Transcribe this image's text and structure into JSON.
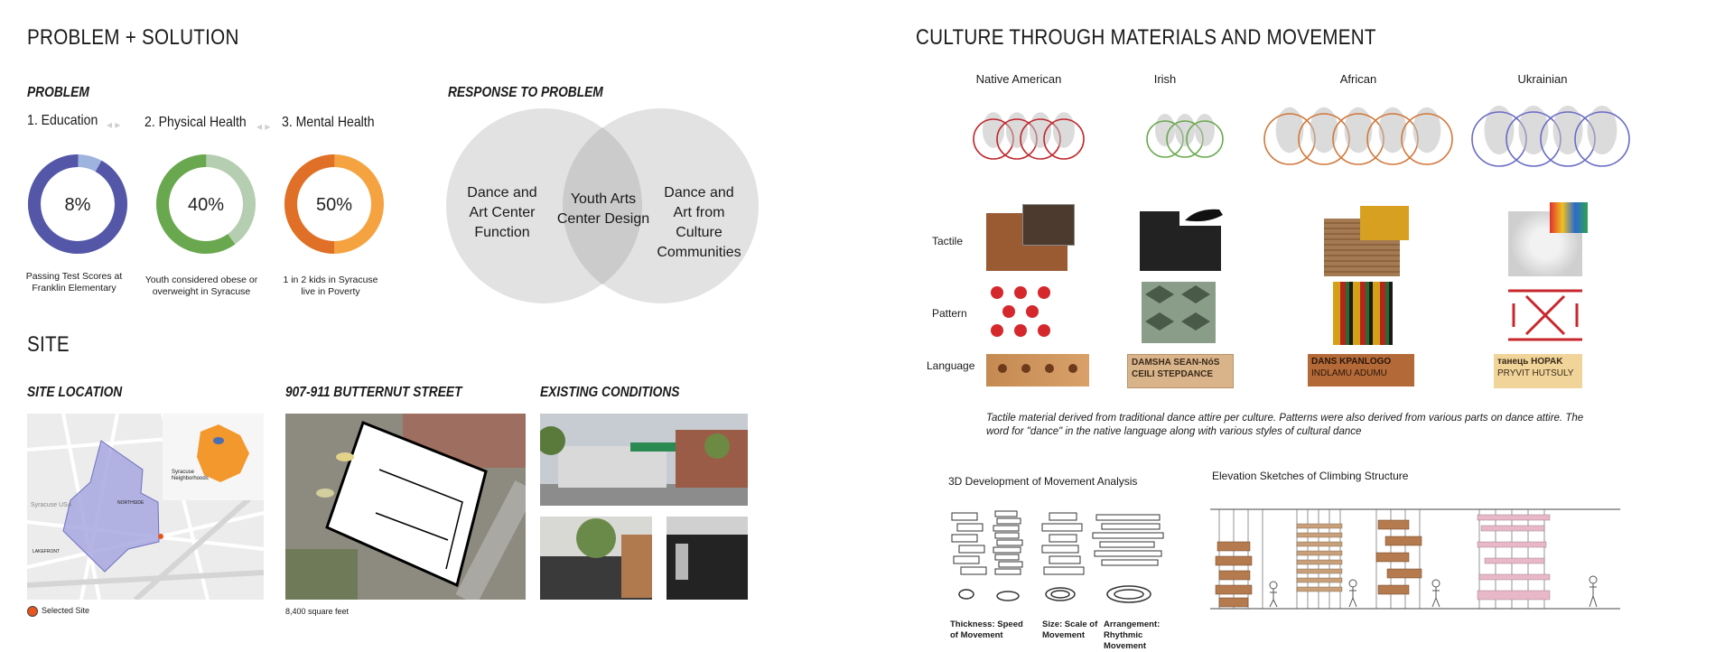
{
  "left": {
    "heading": "PROBLEM + SOLUTION",
    "problem": {
      "heading": "PROBLEM",
      "items": [
        {
          "label": "1. Education",
          "value": "8%",
          "percent": 8,
          "color": "#5457a8",
          "light": "#9fb3df",
          "caption": "Passing Test Scores at Franklin Elementary"
        },
        {
          "label": "2.  Physical Health",
          "value": "40%",
          "percent": 40,
          "color": "#6aa84f",
          "light": "#b5cdb0",
          "caption": "Youth considered obese or overweight in Syracuse"
        },
        {
          "label": "3. Mental Health",
          "value": "50%",
          "percent": 50,
          "color": "#e07028",
          "light": "#f4a340",
          "caption": "1 in 2 kids in Syracuse live in Poverty"
        }
      ]
    },
    "response": {
      "heading": "RESPONSE TO PROBLEM",
      "left_circle": "Dance and Art Center Function",
      "center": "Youth Arts Center Design",
      "right_circle": "Dance and Art from Culture Communities"
    },
    "site": {
      "heading": "SITE",
      "location": {
        "heading": "SITE LOCATION",
        "legend": "Selected Site",
        "map_labels": [
          "Syracuse Neighborhoods",
          "NORTHSIDE",
          "LAKEFRONT",
          "Syracuse USA"
        ]
      },
      "street": {
        "heading": "907-911 BUTTERNUT STREET",
        "caption": "8,400 square feet"
      },
      "existing": {
        "heading": "EXISTING CONDITIONS"
      }
    }
  },
  "right": {
    "heading": "CULTURE THROUGH MATERIALS AND MOVEMENT",
    "cultures": [
      {
        "name": "Native American",
        "ring": "#c0282d",
        "tactile": "#9a5a32",
        "language": [
          "",
          ""
        ]
      },
      {
        "name": "Irish",
        "ring": "#6aa84f",
        "tactile": "#222222",
        "language": [
          "DAMSHA SEAN-NóS",
          "CEILI  STEPDANCE"
        ]
      },
      {
        "name": "African",
        "ring": "#d0783c",
        "tactile": "#a47a52",
        "language": [
          "DANS  KPANLOGO",
          "INDLAMU   ADUMU"
        ]
      },
      {
        "name": "Ukrainian",
        "ring": "#6a6cc4",
        "tactile": "#e6e6e6",
        "language": [
          "танець  HOPAK",
          "PRYVIT  HUTSULY"
        ]
      }
    ],
    "rows": {
      "tactile": "Tactile",
      "pattern": "Pattern",
      "language": "Language"
    },
    "caption": "Tactile material derived from traditional dance attire per culture. Patterns were also derived from various parts on dance attire. The word for \"dance\" in the native language along with various styles of cultural dance",
    "movement": {
      "heading": "3D Development of Movement Analysis",
      "labels": [
        "Thickness: Speed of Movement",
        "Size: Scale of Movement",
        "Arrangement: Rhythmic Movement"
      ]
    },
    "elevation": {
      "heading": "Elevation Sketches of Climbing Structure"
    }
  }
}
